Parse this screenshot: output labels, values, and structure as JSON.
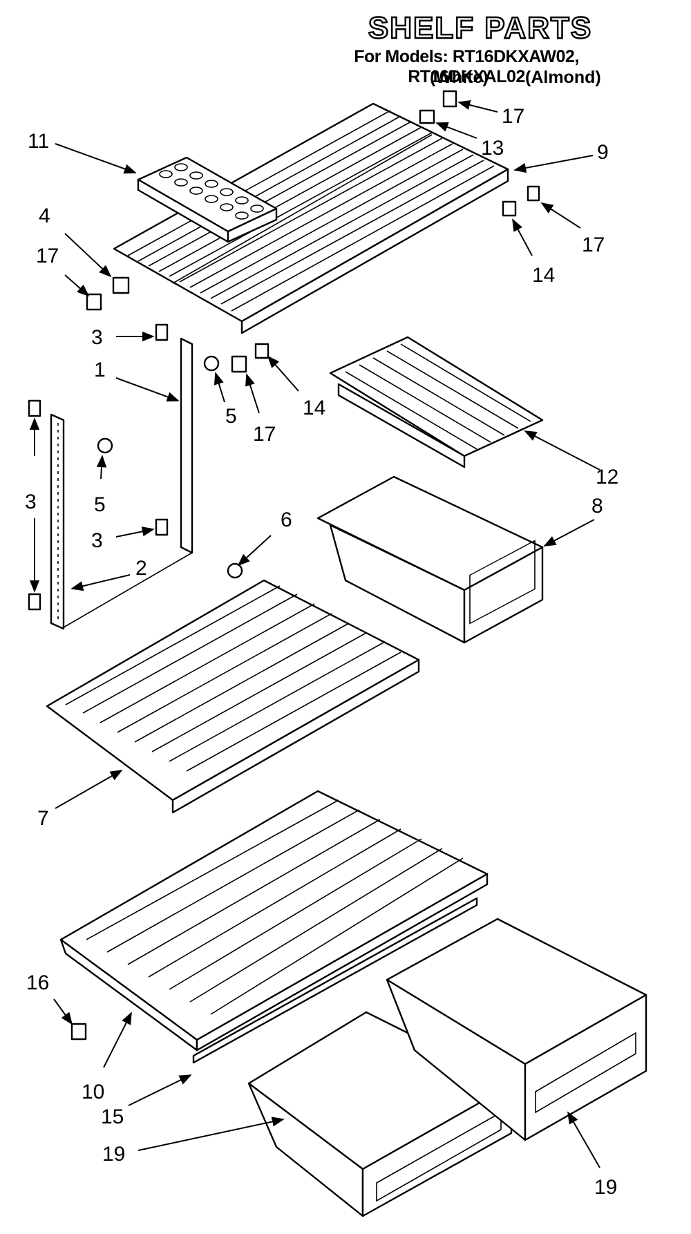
{
  "header": {
    "title": "SHELF PARTS",
    "models": "For Models: RT16DKXAW02, RT16DKXAL02",
    "variant_white": "(White)",
    "variant_almond": "(Almond)"
  },
  "callouts": {
    "c11": "11",
    "c4": "4",
    "c17a": "17",
    "c3a": "3",
    "c1": "1",
    "c5a": "5",
    "c17b": "17",
    "c14a": "14",
    "c17c": "17",
    "c13": "13",
    "c9": "9",
    "c17d": "17",
    "c14b": "14",
    "c12": "12",
    "c8": "8",
    "c3b": "3",
    "c5b": "5",
    "c3c": "3",
    "c6": "6",
    "c2": "2",
    "c7": "7",
    "c16": "16",
    "c10": "10",
    "c15": "15",
    "c19a": "19",
    "c19b": "19"
  }
}
